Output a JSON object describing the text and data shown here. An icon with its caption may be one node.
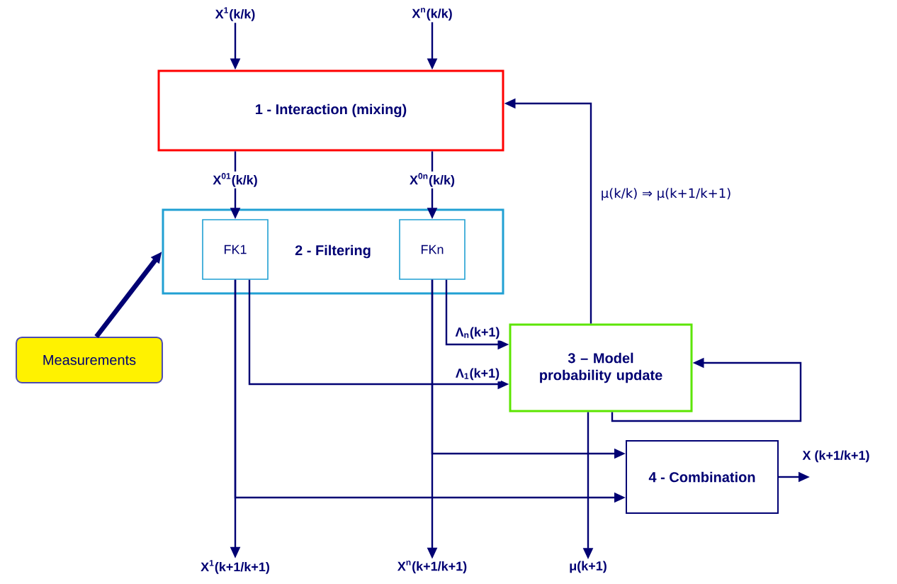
{
  "diagram": {
    "nodes": [
      {
        "text": [
          "X$^{1}$(k/k)"
        ]
      },
      {
        "text": [
          "X$^{n}$(k/k)"
        ]
      },
      {
        "text": [
          "1 - Interaction (mixing)"
        ]
      },
      {
        "text": [
          "2 - Filtering"
        ]
      },
      {
        "text": [
          "FK1"
        ],
        "in": 3
      },
      {
        "text": [
          "FKn"
        ],
        "in": 3
      },
      {
        "text": [
          "Measurements"
        ]
      },
      {
        "text": [
          "3 – Model probability update"
        ]
      },
      {
        "text": [
          "4 - Combination"
        ]
      },
      {
        "text": [
          "X$^{1}$(k+1/k+1)"
        ]
      },
      {
        "text": [
          "X$^{n}$(k+1/k+1)"
        ]
      },
      {
        "text": [
          "μ(k+1)"
        ]
      }
    ],
    "edges": [
      {
        "from": 0,
        "to": 2,
        "arrow": "to"
      },
      {
        "from": 1,
        "to": 2,
        "arrow": "to"
      },
      {
        "from": 2,
        "to": 4,
        "arrow": "to",
        "label": "X$^{01}$(k/k)"
      },
      {
        "from": 2,
        "to": 5,
        "arrow": "to",
        "label": "X$^{0n}$(k/k)"
      },
      {
        "from": 6,
        "to": 3,
        "arrow": "to",
        "style": "thick"
      },
      {
        "from": 5,
        "to": 7,
        "arrow": "to",
        "label": "Λ$_{n}$(k+1)"
      },
      {
        "from": 4,
        "to": 7,
        "arrow": "to",
        "label": "Λ$_{1}$(k+1)"
      },
      {
        "from": 7,
        "to": 2,
        "arrow": "to",
        "label": "μ(k/k) ⇒ μ(k+1/k+1)"
      },
      {
        "from": 7,
        "to": 7,
        "arrow": "to"
      },
      {
        "from": 4,
        "to": 9,
        "arrow": "to"
      },
      {
        "from": 5,
        "to": 10,
        "arrow": "to"
      },
      {
        "from": 5,
        "to": 8,
        "arrow": "to"
      },
      {
        "from": 4,
        "to": 8,
        "arrow": "to"
      },
      {
        "from": 7,
        "to": 11,
        "arrow": "to"
      },
      {
        "from": 8,
        "to": null,
        "arrow": "to",
        "label": "X (k+1/k+1)"
      }
    ]
  }
}
